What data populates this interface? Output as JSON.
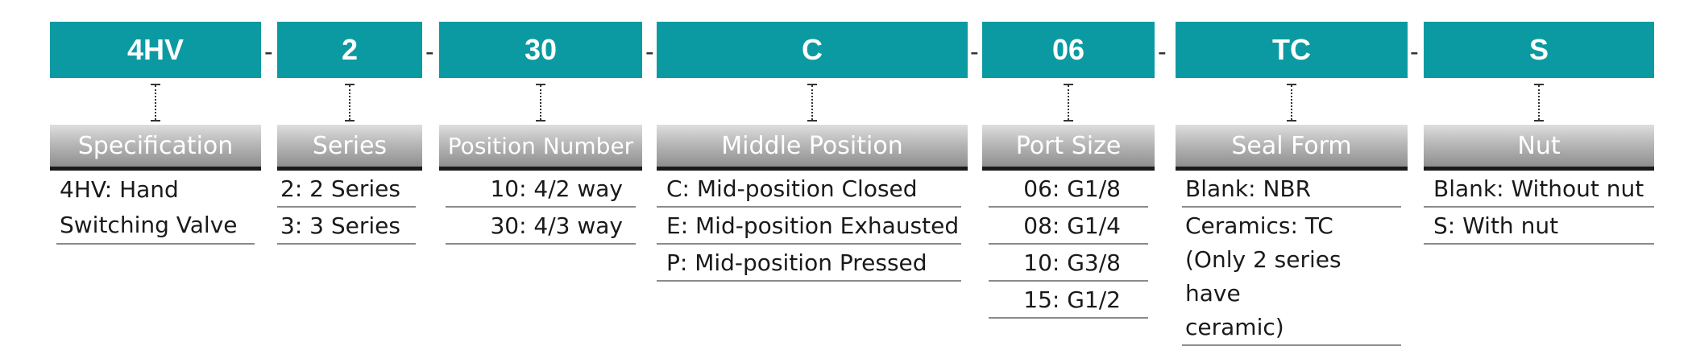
{
  "accent_color": "#0c9aa2",
  "separator": "-",
  "columns": [
    {
      "code": "4HV",
      "header": "Specification",
      "rows": [
        "4HV: Hand\nSwitching Valve"
      ]
    },
    {
      "code": "2",
      "header": "Series",
      "rows": [
        "2: 2 Series",
        "3: 3 Series"
      ]
    },
    {
      "code": "30",
      "header": "Position Number",
      "rows": [
        "10: 4/2 way",
        "30: 4/3 way"
      ]
    },
    {
      "code": "C",
      "header": "Middle Position",
      "rows": [
        "C: Mid-position Closed",
        "E: Mid-position Exhausted",
        "P: Mid-position Pressed"
      ]
    },
    {
      "code": "06",
      "header": "Port Size",
      "rows": [
        "06: G1/8",
        "08: G1/4",
        "10: G3/8",
        "15: G1/2"
      ]
    },
    {
      "code": "TC",
      "header": "Seal Form",
      "rows": [
        "Blank: NBR",
        "Ceramics: TC\n(Only 2 series have\nceramic)"
      ]
    },
    {
      "code": "S",
      "header": "Nut",
      "rows": [
        "Blank: Without nut",
        "S: With nut"
      ]
    }
  ]
}
